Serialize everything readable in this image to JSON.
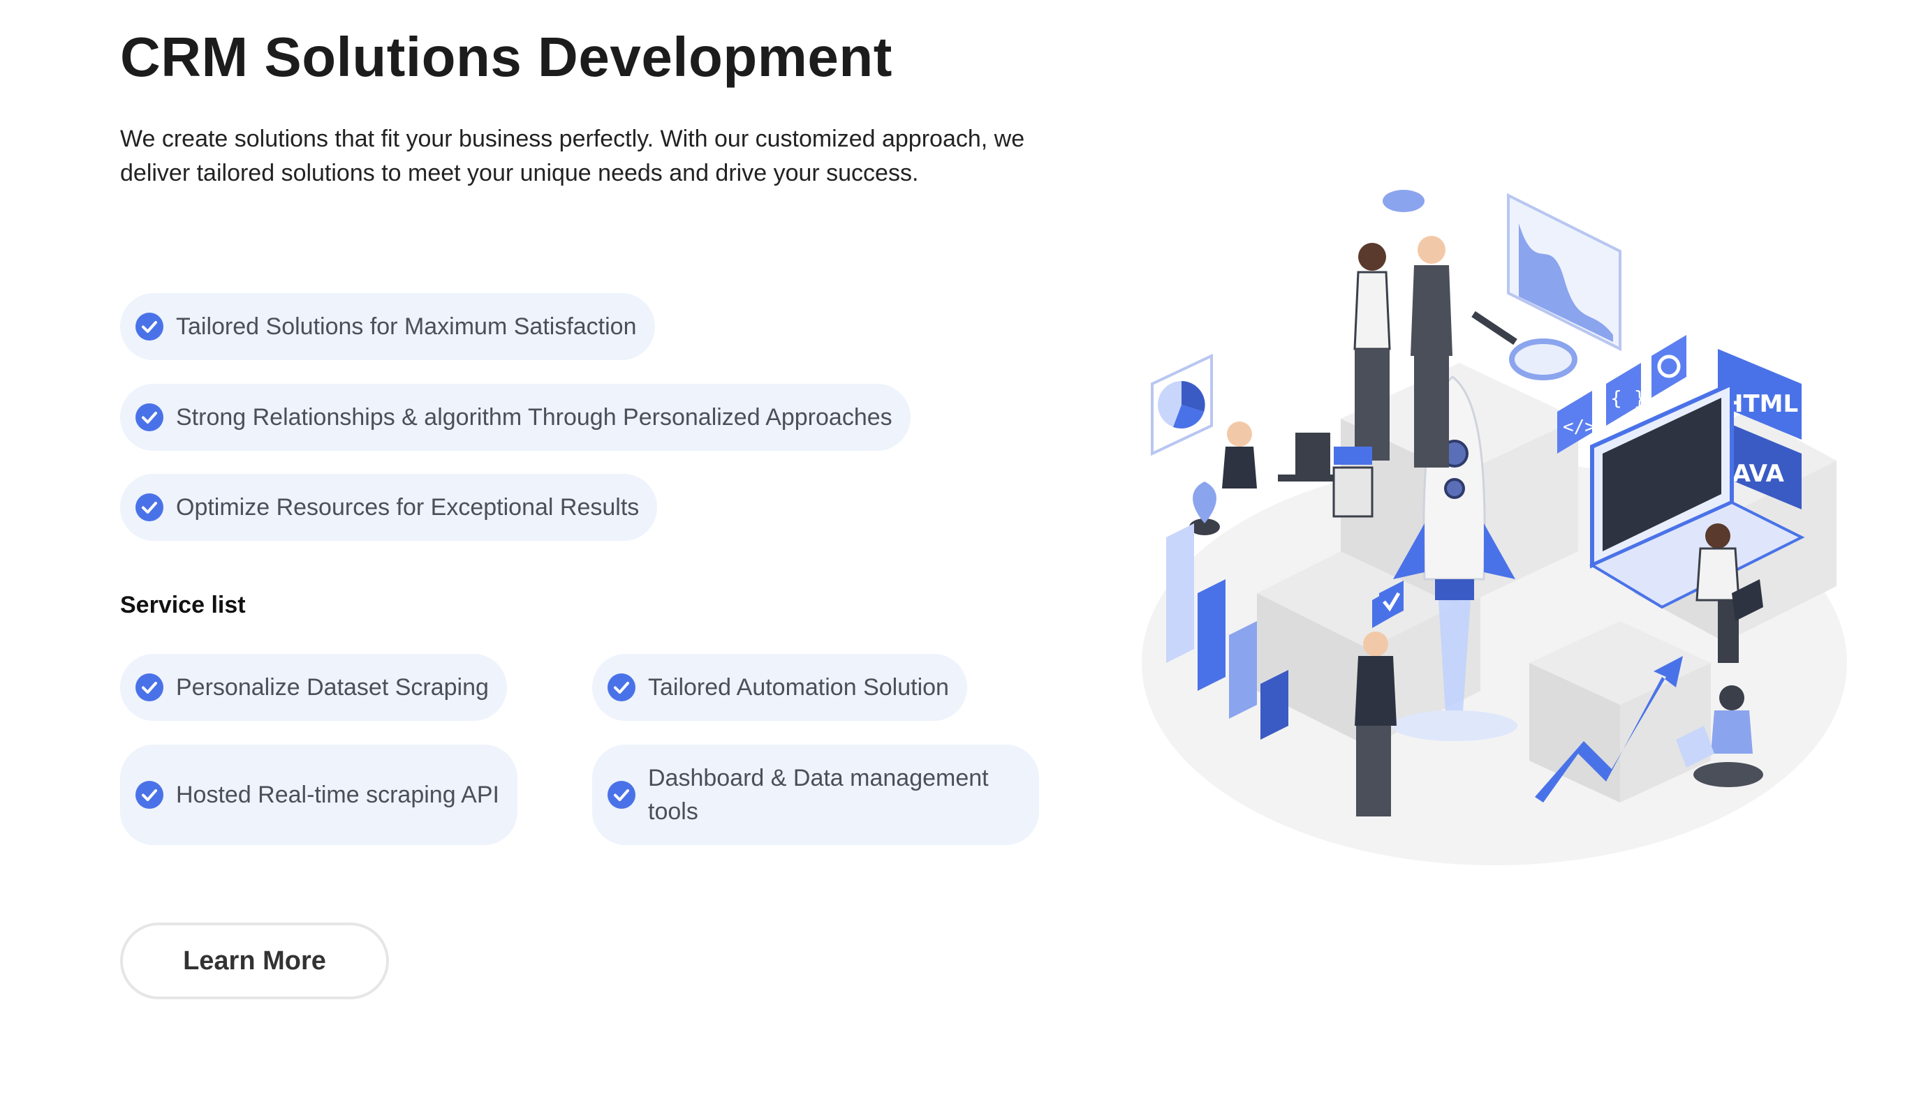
{
  "title": "CRM Solutions Development",
  "description": "We create solutions that fit your business perfectly. With our customized approach, we deliver tailored solutions to meet your unique needs and drive your success.",
  "features": [
    "Tailored Solutions for Maximum Satisfaction",
    "Strong Relationships & algorithm Through Personalized Approaches",
    "Optimize Resources for Exceptional Results"
  ],
  "service_list": {
    "heading": "Service list",
    "items": [
      "Personalize Dataset Scraping",
      "Tailored Automation Solution",
      "Hosted Real-time scraping API",
      "Dashboard & Data management tools"
    ]
  },
  "cta": {
    "label": "Learn More"
  },
  "illustration": {
    "labels": {
      "html": "HTML",
      "java": "JAVA",
      "code": "</>",
      "braces": "{ }"
    }
  },
  "colors": {
    "accent": "#4a72e8",
    "pill_bg": "#eef3fc",
    "text_muted": "#4a4f5a"
  }
}
